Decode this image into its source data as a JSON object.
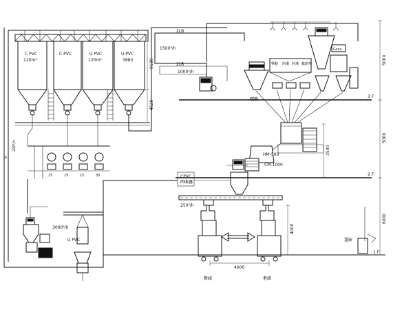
{
  "silos": [
    {
      "label": "C PVC",
      "capacity": "120m³"
    },
    {
      "label": "C PVC",
      "capacity": ""
    },
    {
      "label": "U PVC",
      "capacity": "120m³"
    },
    {
      "label": "U PVC",
      "capacity": "3883"
    }
  ],
  "silo_heights": {
    "upper": "9130",
    "lower": "4520"
  },
  "pipes": {
    "top_left": "2LB",
    "top_right": "2LB",
    "flow_a": "1500³/h",
    "flow_b": "1000³/h"
  },
  "small_bins": [
    "钙粉",
    "内滑",
    "外滑",
    "稳定剂"
  ],
  "labels": {
    "carbon": "碳粉",
    "dosing": "Gsxx",
    "mixer_hot": "HM-500",
    "mixer_cold": "CM-1000",
    "recycle_line1": "CPVC",
    "recycle_line2": "回收器",
    "flow_c": "250³/h",
    "flow_d": "3000³/h",
    "u_pvc_small": "U PVC",
    "mixer_height": "3500",
    "line_left": "新线",
    "line_right": "老线",
    "spacing": "4000",
    "machine_height": "4000",
    "operator": "湿安"
  },
  "floors": {
    "f3": "3 F",
    "f2": "2 F",
    "f1": "1 F"
  },
  "right_dims": [
    "5000",
    "5000",
    "6000"
  ],
  "left_dims": {
    "a": "8",
    "b": "200³/h"
  },
  "pumps": [
    "15",
    "15",
    "15",
    "30"
  ]
}
